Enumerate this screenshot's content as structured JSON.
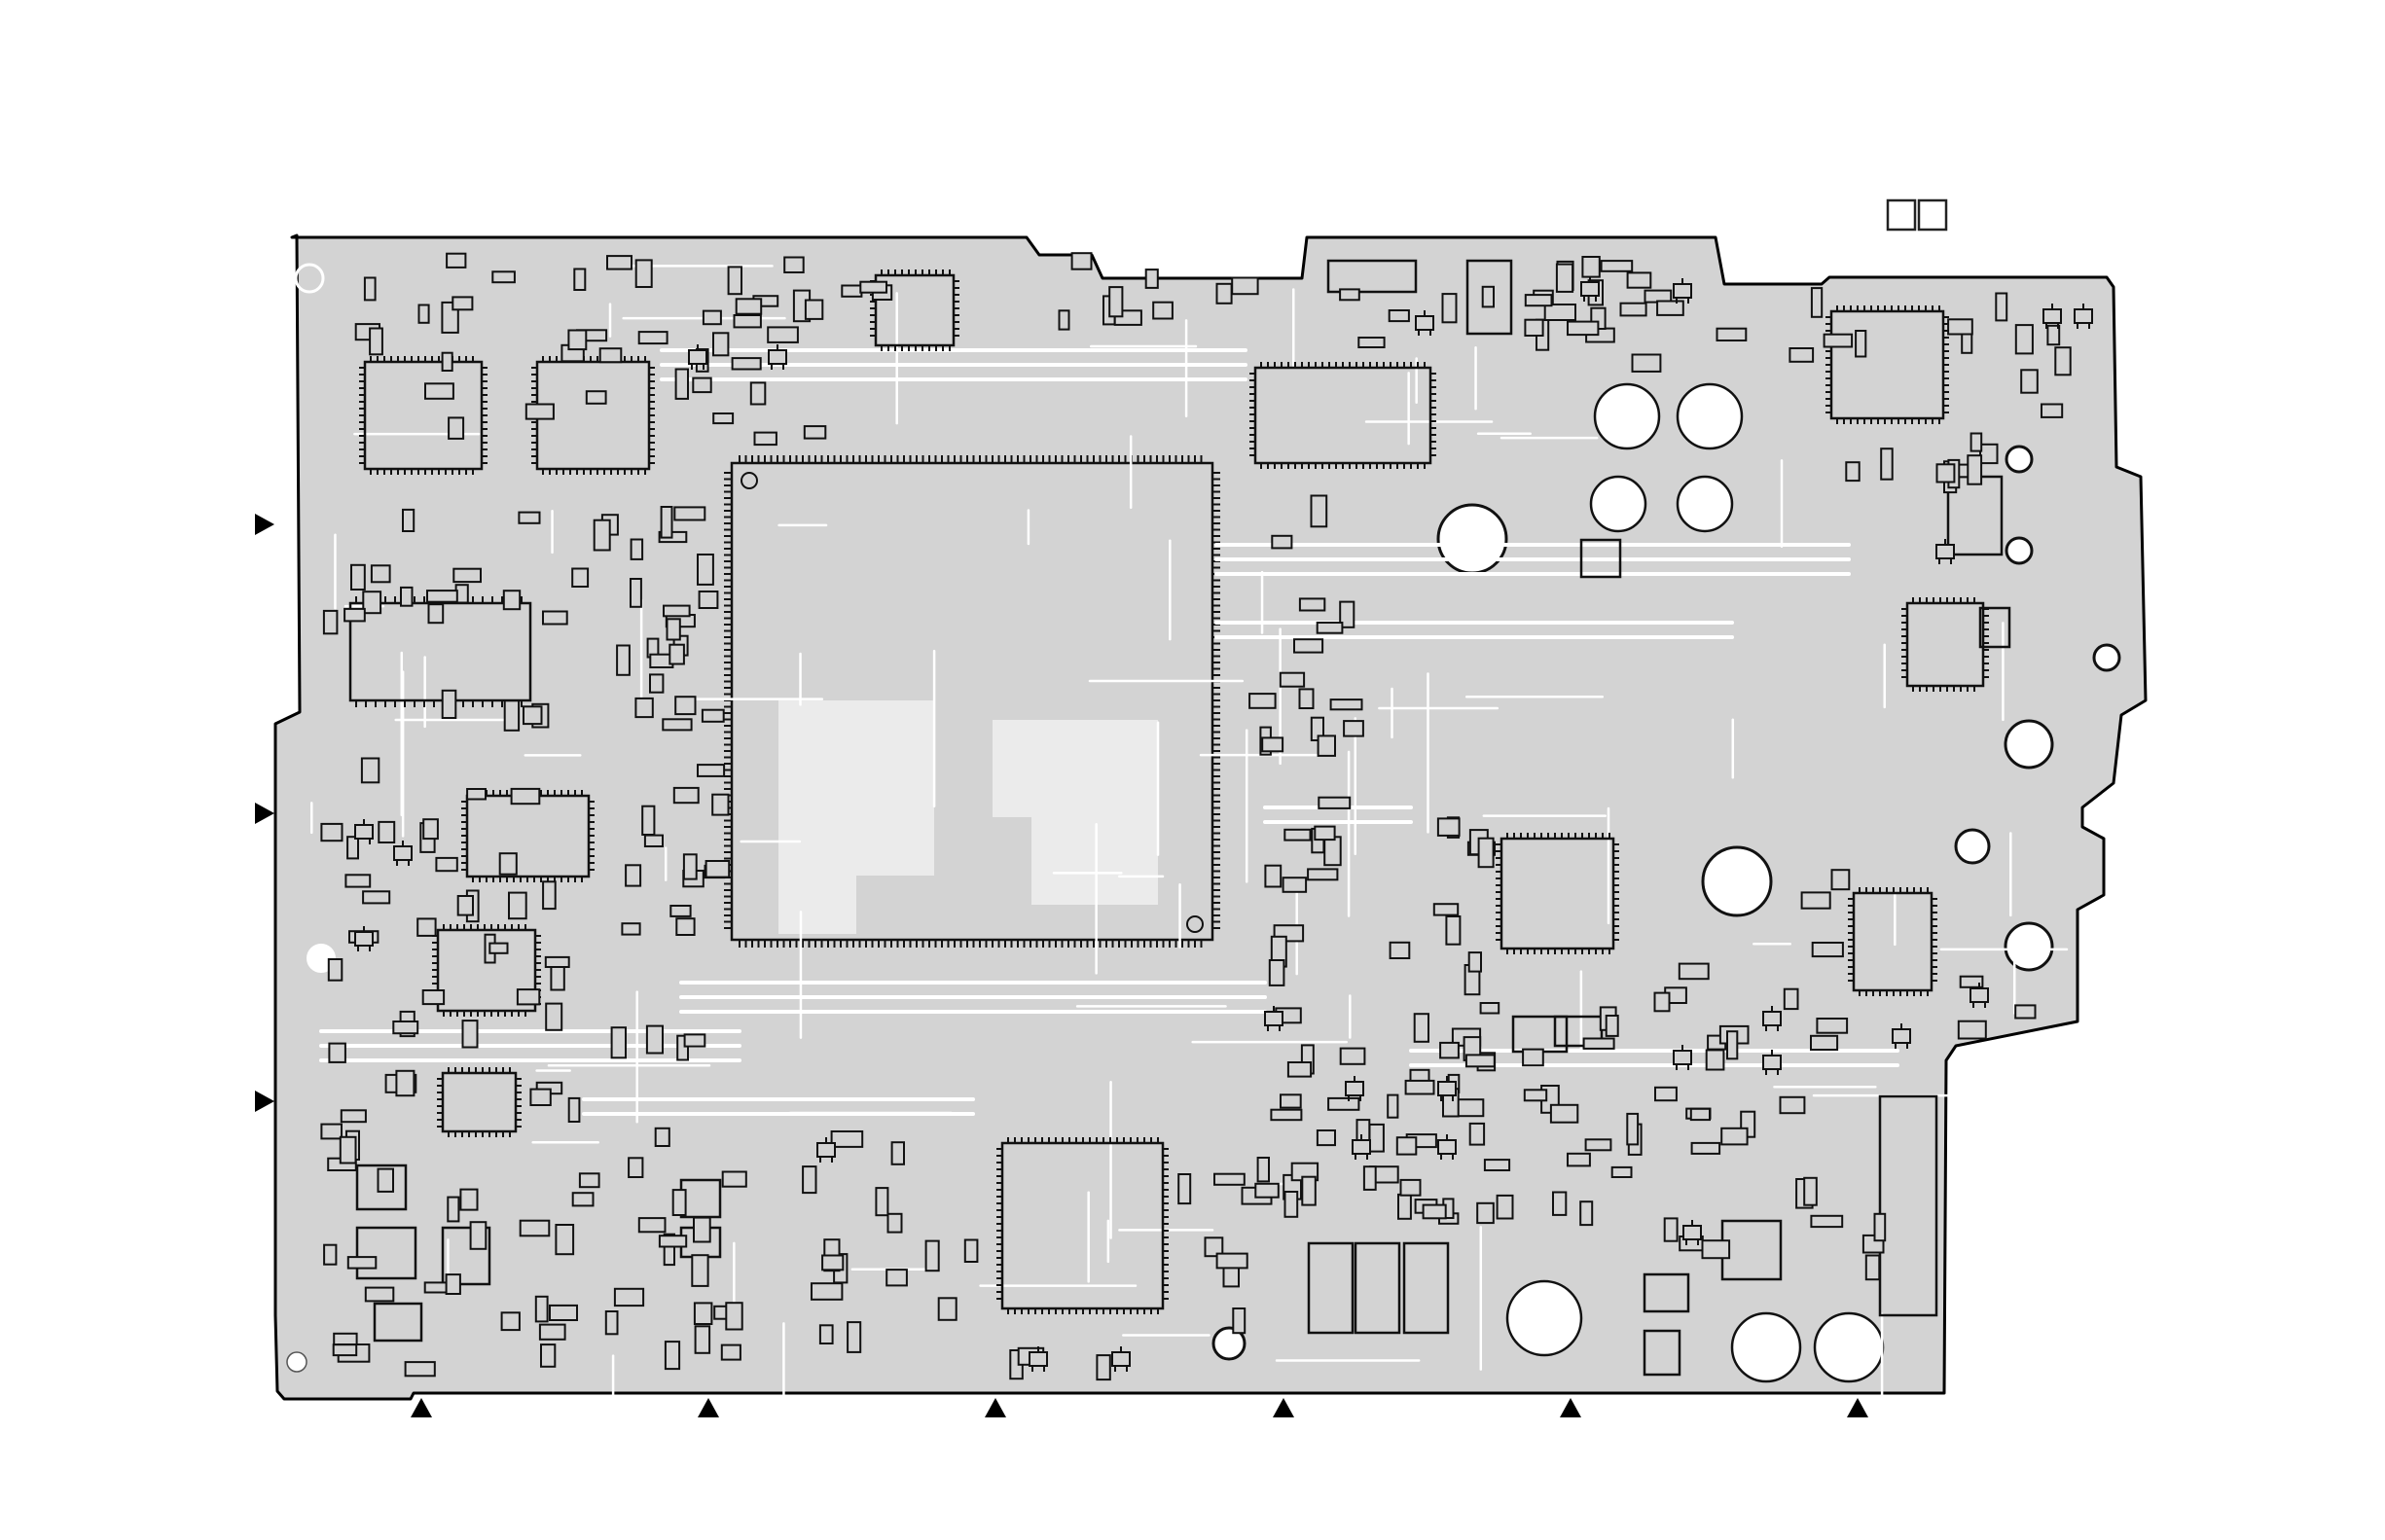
{
  "figure": {
    "type": "pcb-component-layout",
    "board_outline_color": "#000000",
    "copper_fill_color": "#d3d3d3",
    "trace_color": "#ffffff",
    "component_outline_color": "#1a1a1a",
    "marker_color": "#000000"
  },
  "legend_boxes": [
    {
      "label": ""
    },
    {
      "label": ""
    }
  ],
  "edge_markers": {
    "left_side_count": 3,
    "bottom_side_count": 6,
    "shape": "filled-triangle"
  }
}
